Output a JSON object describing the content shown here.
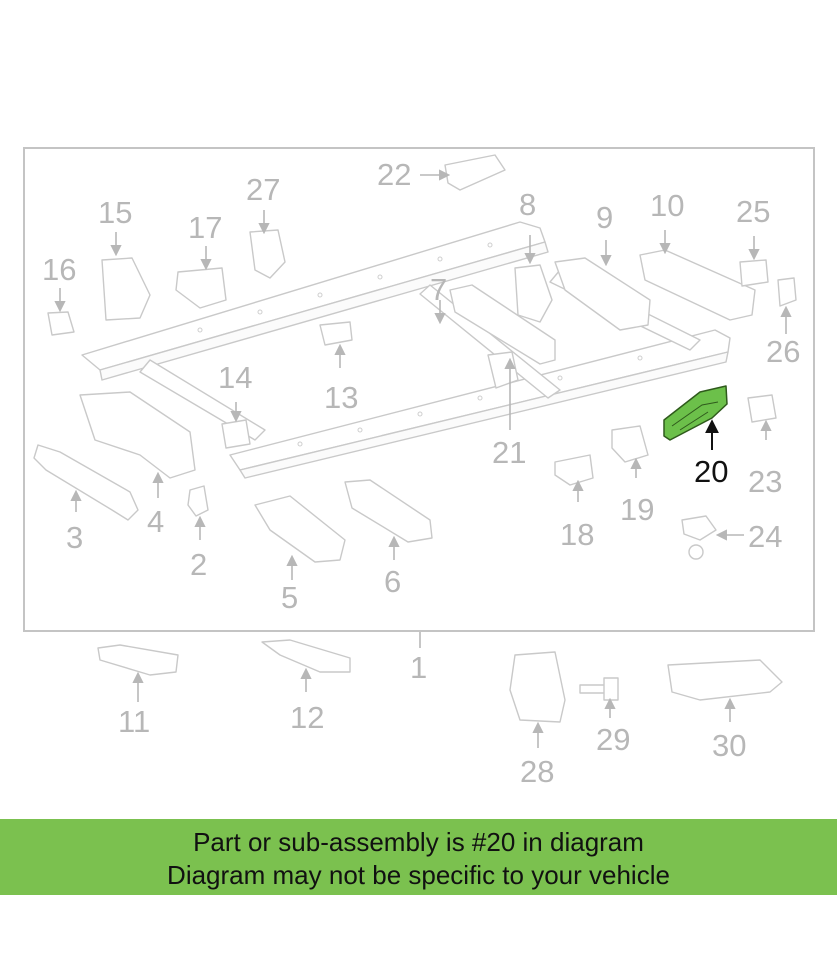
{
  "callouts": {
    "n1": "1",
    "n2": "2",
    "n3": "3",
    "n4": "4",
    "n5": "5",
    "n6": "6",
    "n7": "7",
    "n8": "8",
    "n9": "9",
    "n10": "10",
    "n11": "11",
    "n12": "12",
    "n13": "13",
    "n14": "14",
    "n15": "15",
    "n16": "16",
    "n17": "17",
    "n18": "18",
    "n19": "19",
    "n20": "20",
    "n21": "21",
    "n22": "22",
    "n23": "23",
    "n24": "24",
    "n25": "25",
    "n26": "26",
    "n27": "27",
    "n28": "28",
    "n29": "29",
    "n30": "30"
  },
  "highlighted_part": "20",
  "colors": {
    "highlight_fill": "#6cc04a",
    "banner_background": "#7bc14f",
    "callout_gray": "#b7b7b7"
  },
  "banner": {
    "line1": "Part or sub-assembly is #20 in diagram",
    "line2": "Diagram may not be specific to your vehicle"
  }
}
